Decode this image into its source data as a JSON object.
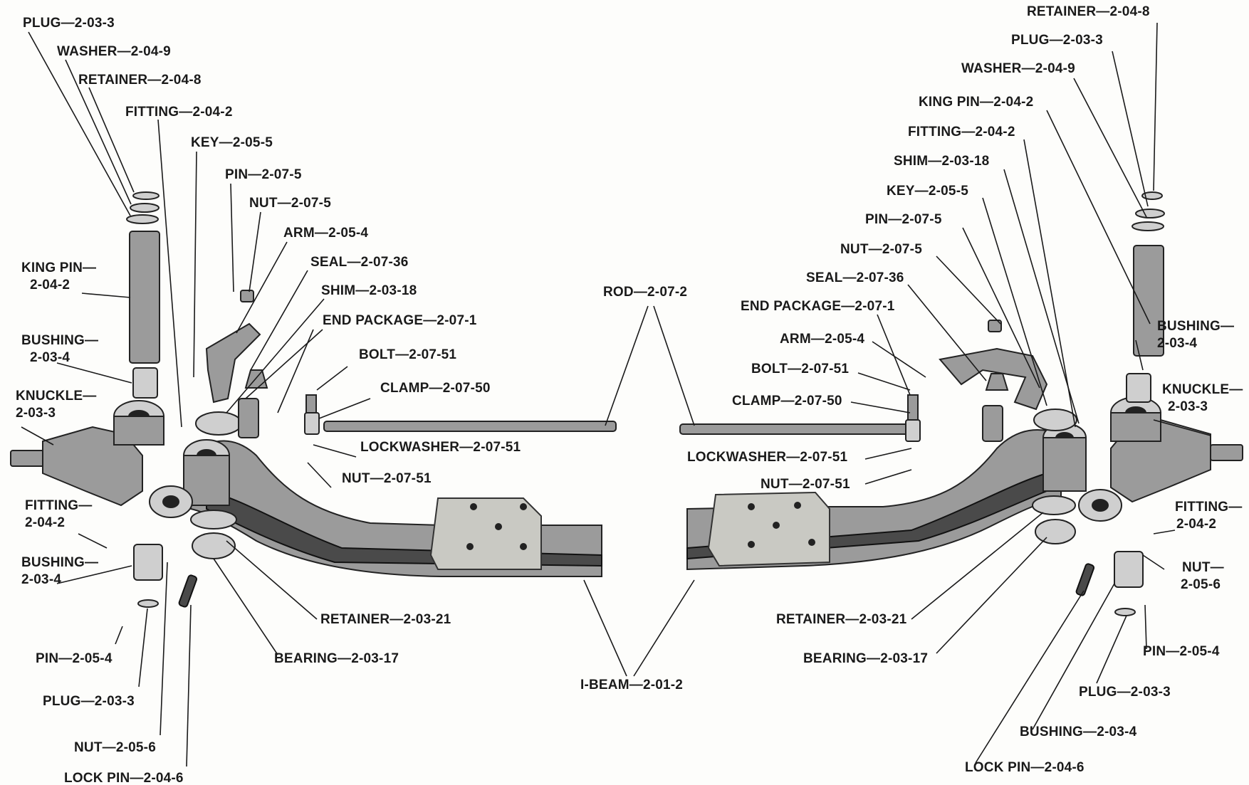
{
  "labels": {
    "l_plug_1": "PLUG—2-03-3",
    "l_washer_1": "WASHER—2-04-9",
    "l_retainer_1": "RETAINER—2-04-8",
    "l_fitting_1": "FITTING—2-04-2",
    "l_key_1": "KEY—2-05-5",
    "l_pin_1": "PIN—2-07-5",
    "l_nut_1": "NUT—2-07-5",
    "l_arm_1": "ARM—2-05-4",
    "l_seal_1": "SEAL—2-07-36",
    "l_shim_1": "SHIM—2-03-18",
    "l_endpkg_1": "END PACKAGE—2-07-1",
    "l_bolt_1": "BOLT—2-07-51",
    "l_clamp_1": "CLAMP—2-07-50",
    "l_lockwasher_1": "LOCKWASHER—2-07-51",
    "l_nut51_1": "NUT—2-07-51",
    "l_kingpin_1a": "KING PIN—",
    "l_kingpin_1b": "2-04-2",
    "l_bushing_1a": "BUSHING—",
    "l_bushing_1b": "2-03-4",
    "l_knuckle_1a": "KNUCKLE—",
    "l_knuckle_1b": "2-03-3",
    "l_fitting_2a": "FITTING—",
    "l_fitting_2b": "2-04-2",
    "l_bushing_2a": "BUSHING—",
    "l_bushing_2b": "2-03-4",
    "l_pin205_1": "PIN—2-05-4",
    "l_plug_2": "PLUG—2-03-3",
    "l_nut205_1": "NUT—2-05-6",
    "l_lockpin_1": "LOCK PIN—2-04-6",
    "l_retainer21_1": "RETAINER—2-03-21",
    "l_bearing_1": "BEARING—2-03-17",
    "l_rod": "ROD—2-07-2",
    "l_ibeam": "I-BEAM—2-01-2",
    "r_retainer_1": "RETAINER—2-04-8",
    "r_plug_1": "PLUG—2-03-3",
    "r_washer_1": "WASHER—2-04-9",
    "r_kingpin_1": "KING PIN—2-04-2",
    "r_fitting_1": "FITTING—2-04-2",
    "r_shim_1": "SHIM—2-03-18",
    "r_key_1": "KEY—2-05-5",
    "r_pin_1": "PIN—2-07-5",
    "r_nut_1": "NUT—2-07-5",
    "r_seal_1": "SEAL—2-07-36",
    "r_endpkg_1": "END PACKAGE—2-07-1",
    "r_arm_1": "ARM—2-05-4",
    "r_bolt_1": "BOLT—2-07-51",
    "r_clamp_1": "CLAMP—2-07-50",
    "r_lockwasher_1": "LOCKWASHER—2-07-51",
    "r_nut51_1": "NUT—2-07-51",
    "r_bushing_1a": "BUSHING—",
    "r_bushing_1b": "2-03-4",
    "r_knuckle_1a": "KNUCKLE—",
    "r_knuckle_1b": "2-03-3",
    "r_fitting_2a": "FITTING—",
    "r_fitting_2b": "2-04-2",
    "r_nut205_1a": "NUT—",
    "r_nut205_1b": "2-05-6",
    "r_pin205_1": "PIN—2-05-4",
    "r_plug_2": "PLUG—2-03-3",
    "r_bushing_2": "BUSHING—2-03-4",
    "r_lockpin_1": "LOCK PIN—2-04-6",
    "r_retainer21_1": "RETAINER—2-03-21",
    "r_bearing_1": "BEARING—2-03-17"
  },
  "colors": {
    "ink": "#1a1a1a",
    "paper": "#fdfdfb",
    "metal": "#9b9b9b"
  }
}
